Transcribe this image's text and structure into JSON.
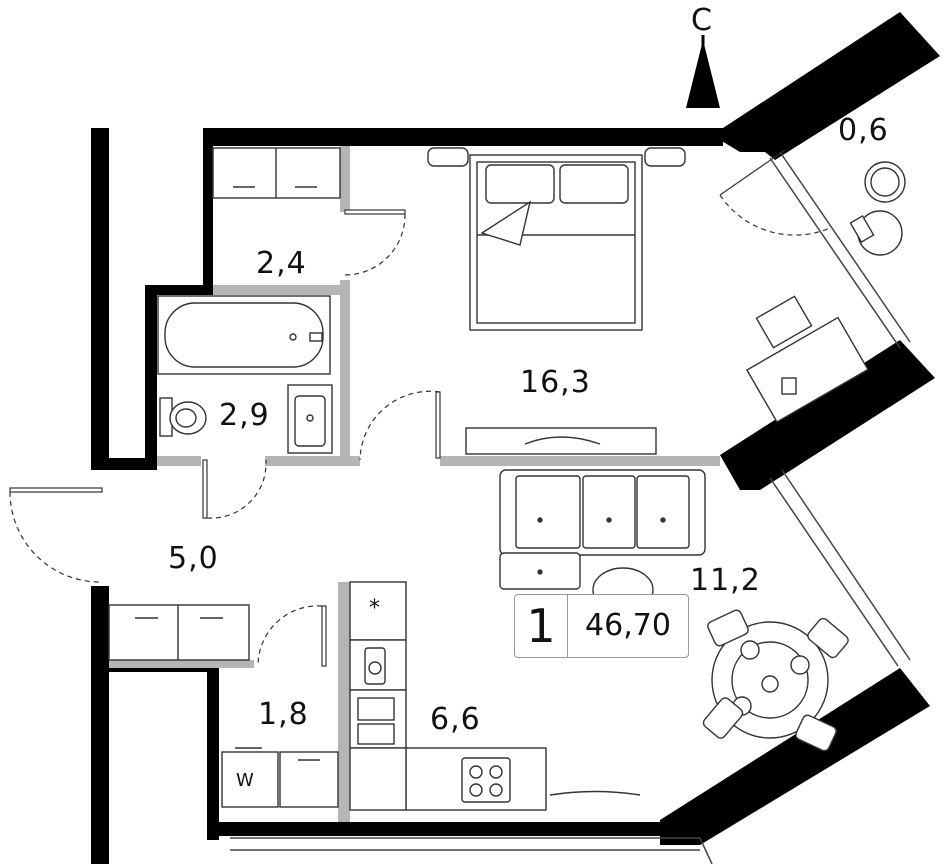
{
  "compass": {
    "label": "С"
  },
  "apartment": {
    "rooms": "1",
    "total_area": "46,70"
  },
  "rooms": {
    "bedroom": "16,3",
    "balcony": "0,6",
    "wardrobe": "2,4",
    "bathroom": "2,9",
    "hall": "5,0",
    "living": "11,2",
    "utility": "1,8",
    "kitchen": "6,6"
  },
  "appliances": {
    "washer": "W",
    "fridge": "*"
  }
}
